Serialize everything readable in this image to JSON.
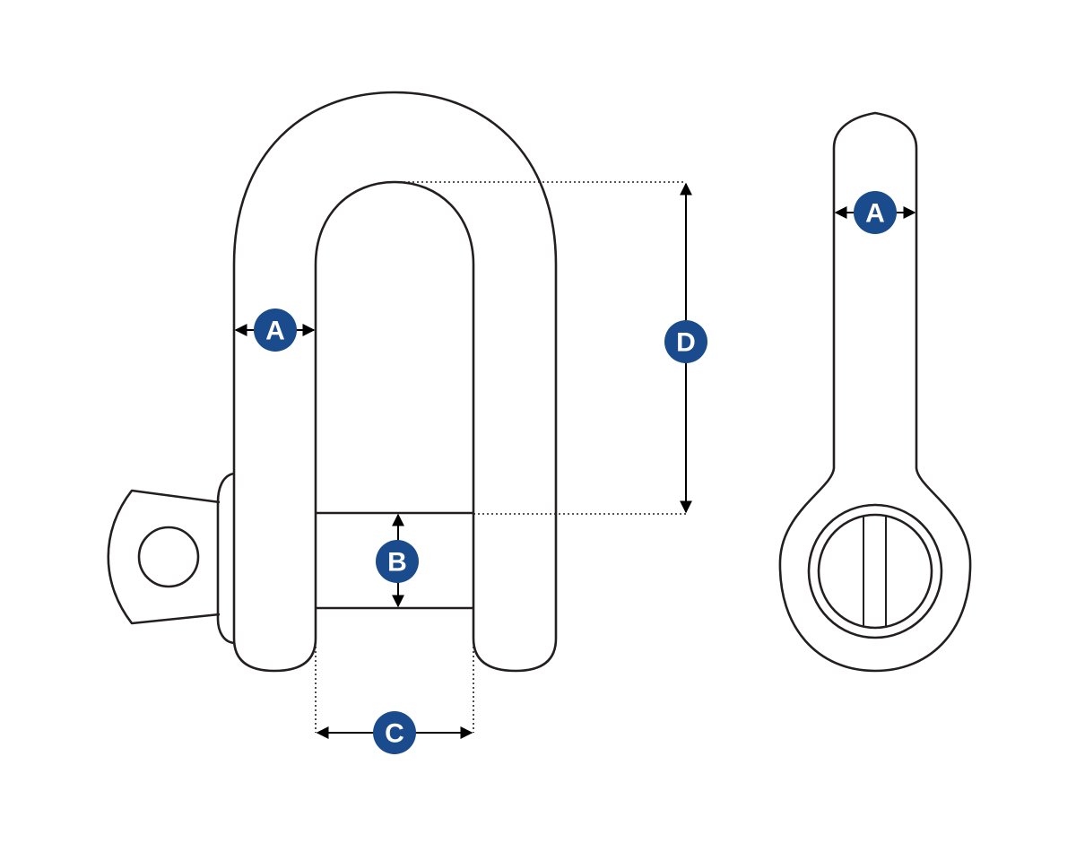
{
  "colors": {
    "badge": "#1a4b8c",
    "line": "#231f20"
  },
  "labels": {
    "a_front": "A",
    "b": "B",
    "c": "C",
    "d": "D",
    "a_side": "A"
  }
}
